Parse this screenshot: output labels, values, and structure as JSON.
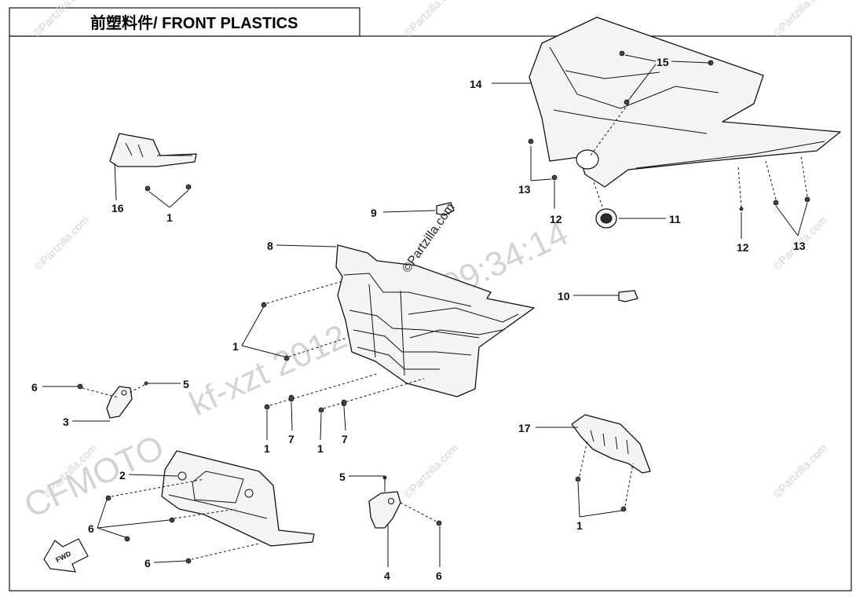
{
  "title": "前塑料件/ FRONT PLASTICS",
  "watermarks": {
    "brand": "©Partzilla.com",
    "centre_brand": "©Partzilla.com",
    "code_line": "kf-xzt 2012-01-14 09:34:14",
    "maker": "CFMOTO"
  },
  "callouts": {
    "c1a": "1",
    "c1b": "1",
    "c1c": "1",
    "c1d": "1",
    "c1e": "1",
    "c2": "2",
    "c3": "3",
    "c4": "4",
    "c5a": "5",
    "c5b": "5",
    "c6a": "6",
    "c6b": "6",
    "c6c": "6",
    "c6d": "6",
    "c7a": "7",
    "c7b": "7",
    "c8": "8",
    "c9": "9",
    "c10": "10",
    "c11": "11",
    "c12a": "12",
    "c12b": "12",
    "c13a": "13",
    "c13b": "13",
    "c14": "14",
    "c15": "15",
    "c16": "16",
    "c17": "17"
  },
  "fwd_label": "FWD"
}
